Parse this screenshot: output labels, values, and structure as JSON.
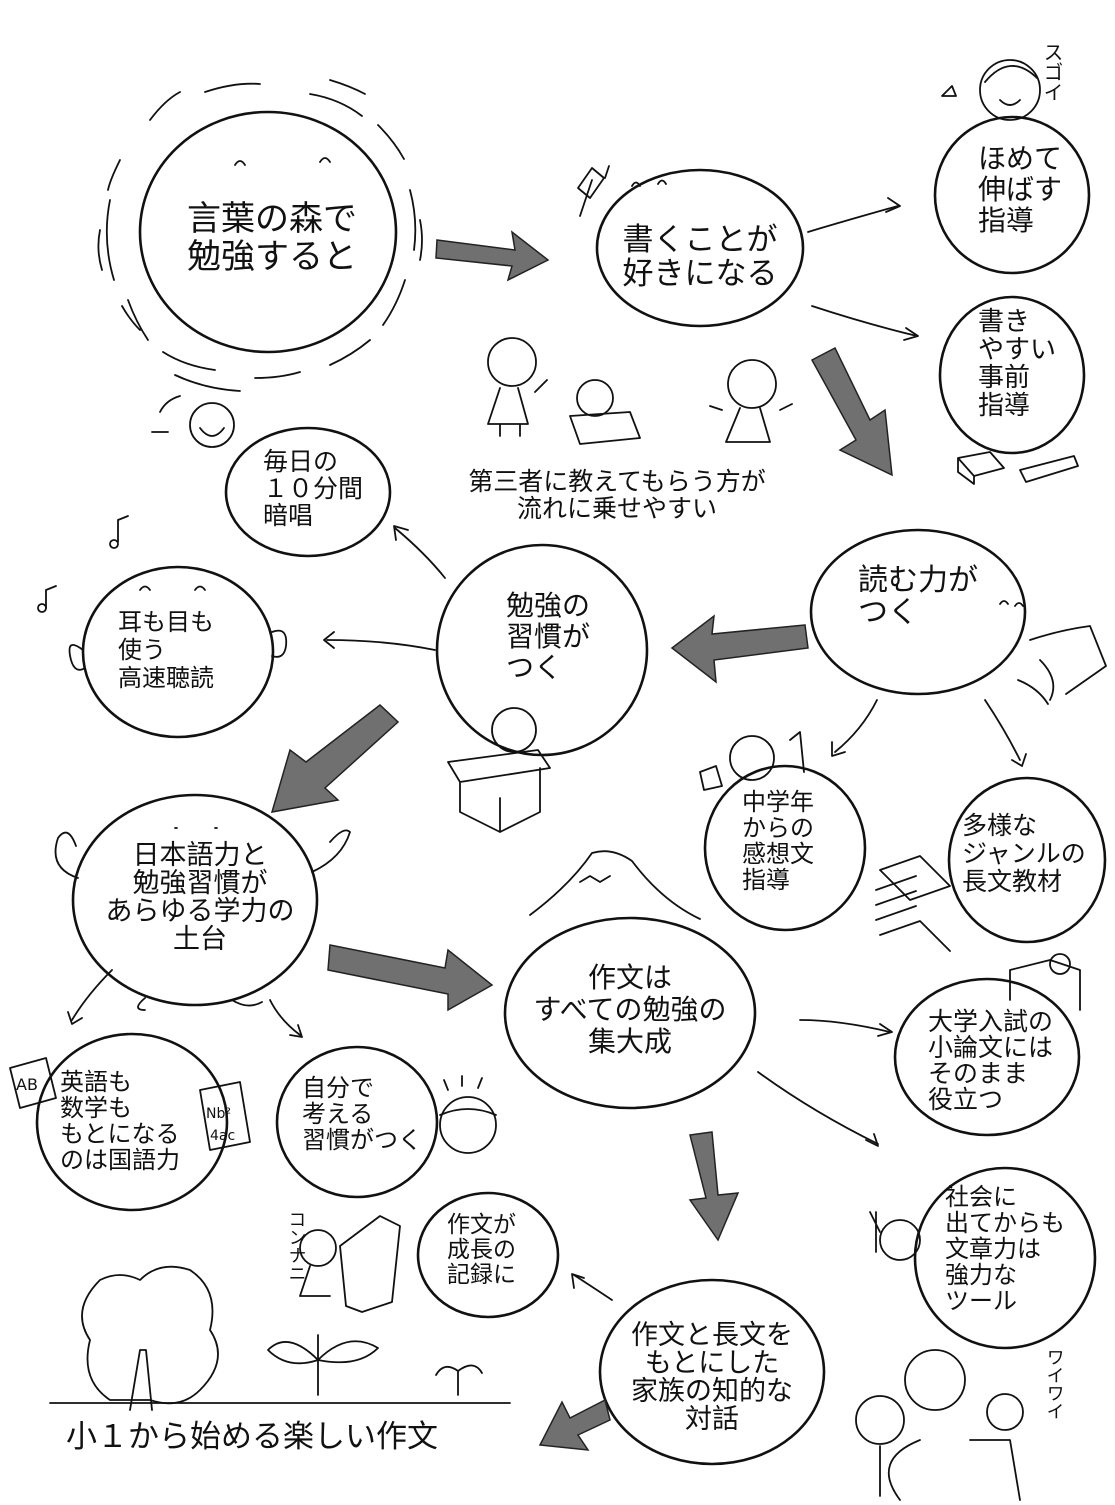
{
  "nodes": {
    "kotoba_no_mori": {
      "lines": [
        "言葉の森で",
        "勉強すると"
      ]
    },
    "kaku_suki": {
      "lines": [
        "書くことが",
        "好きになる"
      ]
    },
    "homete_nobasu": {
      "lines": [
        "ほめて",
        "伸ばす",
        "指導"
      ]
    },
    "kakiyasui_jizen": {
      "lines": [
        "書き",
        "やすい",
        "事前",
        "指導"
      ]
    },
    "daisansha": {
      "lines": [
        "第三者に教えてもらう方が",
        "流れに乗せやすい"
      ]
    },
    "mainichi_anshou": {
      "lines": [
        "毎日の",
        "１０分間",
        "暗唱"
      ]
    },
    "yomu_chikara": {
      "lines": [
        "読む力が",
        "つく"
      ]
    },
    "benkyou_shuukan": {
      "lines": [
        "勉強の",
        "習慣が",
        "つく"
      ]
    },
    "mimi_me": {
      "lines": [
        "耳も目も",
        "使う",
        "高速聴読"
      ]
    },
    "chuugakunen": {
      "lines": [
        "中学年",
        "からの",
        "感想文",
        "指導"
      ]
    },
    "tayou_genre": {
      "lines": [
        "多様な",
        "ジャンルの",
        "長文教材"
      ]
    },
    "nihongo_doudai": {
      "lines": [
        "日本語力と",
        "勉強習慣が",
        "あらゆる学力の",
        "土台"
      ]
    },
    "sakubun_shuutaisei": {
      "lines": [
        "作文は",
        "すべての勉強の",
        "集大成"
      ]
    },
    "daigaku_nyuushi": {
      "lines": [
        "大学入試の",
        "小論文には",
        "そのまま",
        "役立つ"
      ]
    },
    "eigo_suugaku": {
      "lines": [
        "英語も",
        "数学も",
        "もとになる",
        "のは国語力"
      ]
    },
    "jibun_kangaeru": {
      "lines": [
        "自分で",
        "考える",
        "習慣がつく"
      ]
    },
    "shakai": {
      "lines": [
        "社会に",
        "出てからも",
        "文章力は",
        "強力な",
        "ツール"
      ]
    },
    "seichou_kiroku": {
      "lines": [
        "作文が",
        "成長の",
        "記録に"
      ]
    },
    "kazoku_taiwa": {
      "lines": [
        "作文と長文を",
        "もとにした",
        "家族の知的な",
        "対話"
      ]
    }
  },
  "sound_words": {
    "sugoi": "スゴイ",
    "konnani": "コンナニ",
    "waiwai": "ワイワイ"
  },
  "footer_caption": "小１から始める楽しい作文",
  "colors": {
    "ink": "#111111",
    "arrow_fill": "#707070",
    "background": "#ffffff"
  }
}
